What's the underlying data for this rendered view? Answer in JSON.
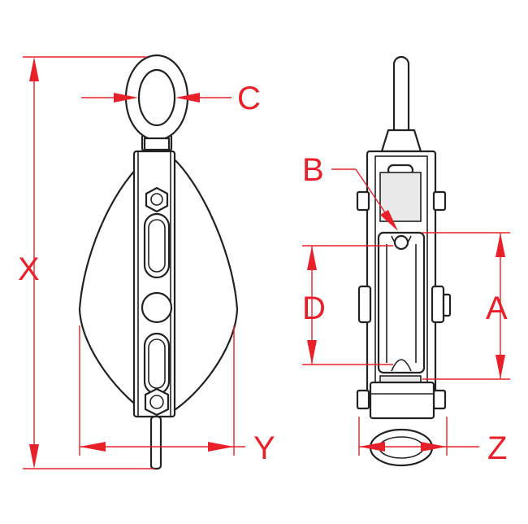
{
  "labels": {
    "x": "X",
    "y": "Y",
    "c": "C",
    "b": "B",
    "d": "D",
    "a": "A",
    "z": "Z"
  },
  "colors": {
    "dimension": "#e8202a",
    "outline": "#222222",
    "background": "#ffffff"
  }
}
